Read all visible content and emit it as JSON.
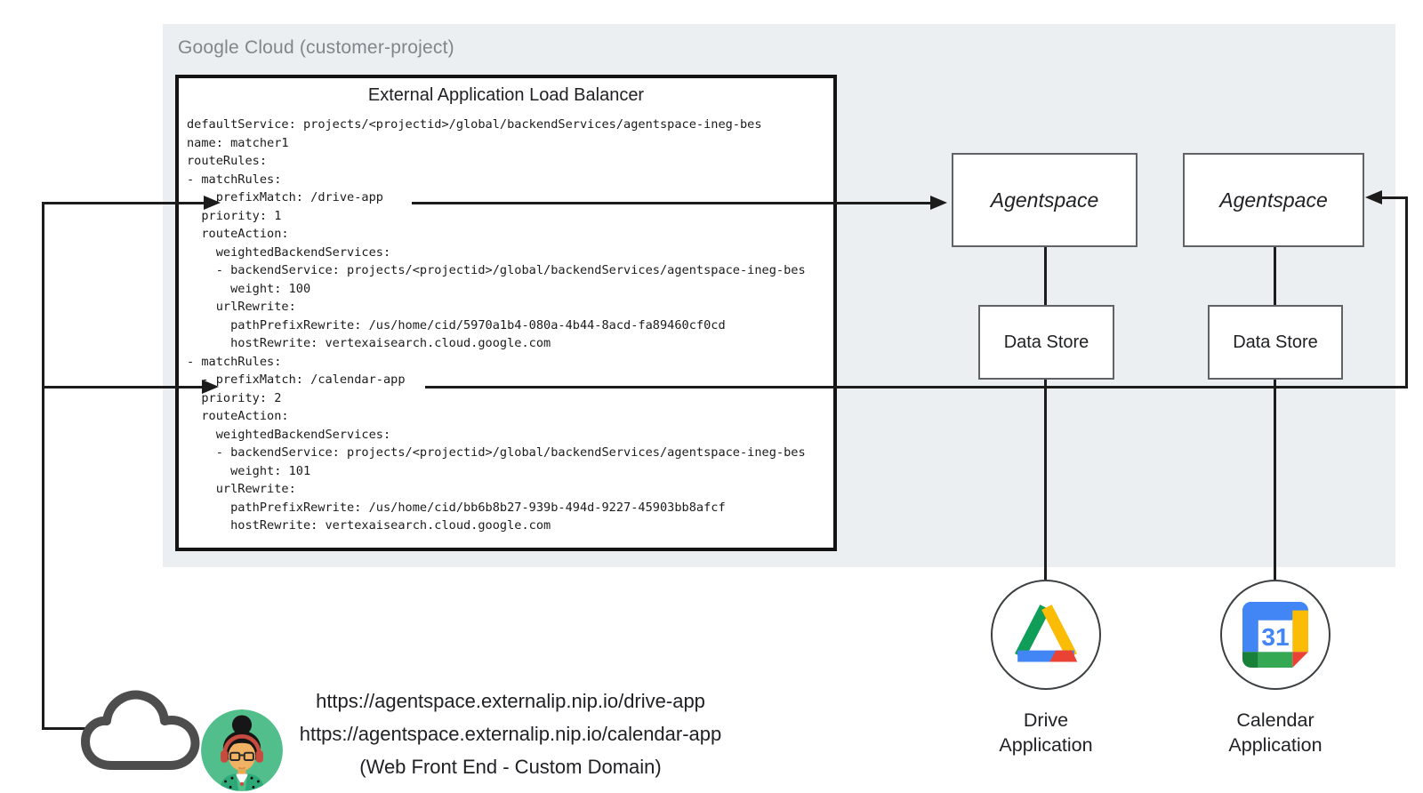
{
  "colors": {
    "panel_bg": "#ECEFF1",
    "panel_label": "#80868B",
    "line": "#1C1C1C",
    "box_border": "#5F6368",
    "text": "#202124",
    "drive_green": "#0F9D58",
    "drive_yellow": "#FBBC05",
    "drive_blue": "#4285F4",
    "drive_red": "#EA4335",
    "calendar_blue": "#4285F4",
    "calendar_yellow": "#FBBC05",
    "calendar_green": "#34A853",
    "calendar_dark_green": "#188038",
    "calendar_red": "#EA4335"
  },
  "gcp_panel": {
    "label": "Google Cloud (customer-project)"
  },
  "load_balancer": {
    "title": "External Application Load Balancer",
    "yaml_lines": [
      "defaultService: projects/<projectid>/global/backendServices/agentspace-ineg-bes",
      "name: matcher1",
      "routeRules:",
      "- matchRules:",
      "    prefixMatch: /drive-app",
      "  priority: 1",
      "  routeAction:",
      "    weightedBackendServices:",
      "    - backendService: projects/<projectid>/global/backendServices/agentspace-ineg-bes",
      "      weight: 100",
      "    urlRewrite:",
      "      pathPrefixRewrite: /us/home/cid/5970a1b4-080a-4b44-8acd-fa89460cf0cd",
      "      hostRewrite: vertexaisearch.cloud.google.com",
      "- matchRules:",
      "  - prefixMatch: /calendar-app",
      "  priority: 2",
      "  routeAction:",
      "    weightedBackendServices:",
      "    - backendService: projects/<projectid>/global/backendServices/agentspace-ineg-bes",
      "      weight: 101",
      "    urlRewrite:",
      "      pathPrefixRewrite: /us/home/cid/bb6b8b27-939b-494d-9227-45903bb8afcf",
      "      hostRewrite: vertexaisearch.cloud.google.com"
    ]
  },
  "agentspace": {
    "left_label": "Agentspace",
    "right_label": "Agentspace"
  },
  "datastores": {
    "left_label": "Data Store",
    "right_label": "Data Store"
  },
  "apps": {
    "drive": {
      "label_lines": [
        "Drive",
        "Application"
      ]
    },
    "calendar": {
      "label_lines": [
        "Calendar",
        "Application"
      ],
      "day": "31"
    }
  },
  "frontend": {
    "url_drive": "https://agentspace.externalip.nip.io/drive-app",
    "url_calendar": "https://agentspace.externalip.nip.io/calendar-app",
    "caption": "(Web Front End - Custom Domain)"
  }
}
